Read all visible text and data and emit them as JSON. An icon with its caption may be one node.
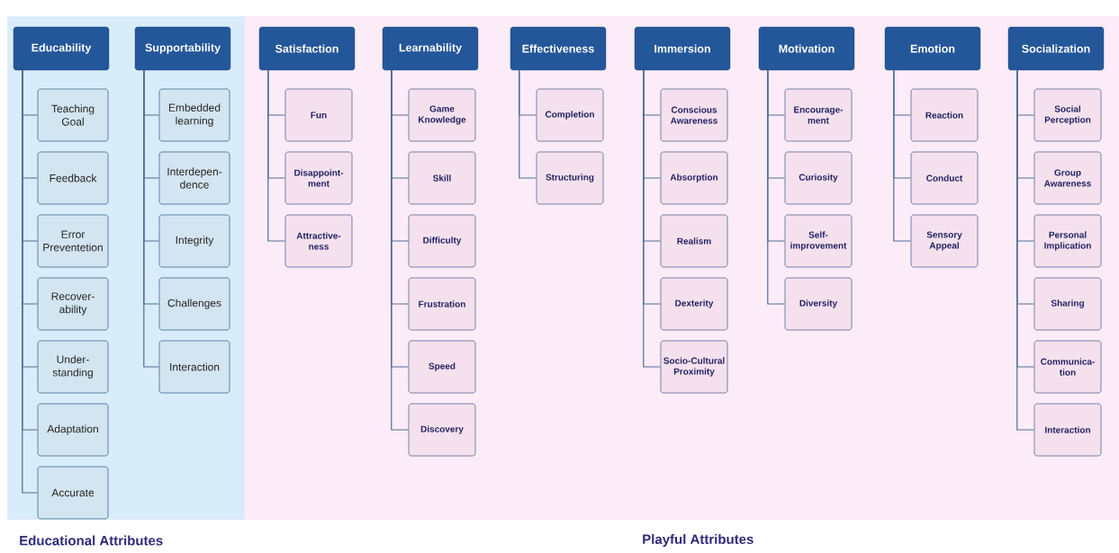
{
  "diagram": {
    "nodes": [
      {
        "text": [
          "Educational Attributes"
        ]
      },
      {
        "text": [
          "Educability"
        ],
        "in": 0
      },
      {
        "text": [
          "Teaching Goal"
        ],
        "in": 0
      },
      {
        "text": [
          "Feedback"
        ],
        "in": 0
      },
      {
        "text": [
          "Error Preventetion"
        ],
        "in": 0
      },
      {
        "text": [
          "Recover- ability"
        ],
        "in": 0
      },
      {
        "text": [
          "Under- standing"
        ],
        "in": 0
      },
      {
        "text": [
          "Adaptation"
        ],
        "in": 0
      },
      {
        "text": [
          "Accurate"
        ],
        "in": 0
      },
      {
        "text": [
          "Supportability"
        ],
        "in": 0
      },
      {
        "text": [
          "Embedded learning"
        ],
        "in": 0
      },
      {
        "text": [
          "Interdepen- dence"
        ],
        "in": 0
      },
      {
        "text": [
          "Integrity"
        ],
        "in": 0
      },
      {
        "text": [
          "Challenges"
        ],
        "in": 0
      },
      {
        "text": [
          "Interaction"
        ],
        "in": 0
      },
      {
        "text": [
          "Playful Attributes"
        ]
      },
      {
        "text": [
          "Satisfaction"
        ],
        "in": 15
      },
      {
        "text": [
          "Fun"
        ],
        "in": 15
      },
      {
        "text": [
          "Disappoint- ment"
        ],
        "in": 15
      },
      {
        "text": [
          "Attractive- ness"
        ],
        "in": 15
      },
      {
        "text": [
          "Learnability"
        ],
        "in": 15
      },
      {
        "text": [
          "Game Knowledge"
        ],
        "in": 15
      },
      {
        "text": [
          "Skill"
        ],
        "in": 15
      },
      {
        "text": [
          "Difficulty"
        ],
        "in": 15
      },
      {
        "text": [
          "Frustration"
        ],
        "in": 15
      },
      {
        "text": [
          "Speed"
        ],
        "in": 15
      },
      {
        "text": [
          "Discovery"
        ],
        "in": 15
      },
      {
        "text": [
          "Effectiveness"
        ],
        "in": 15
      },
      {
        "text": [
          "Completion"
        ],
        "in": 15
      },
      {
        "text": [
          "Structuring"
        ],
        "in": 15
      },
      {
        "text": [
          "Immersion"
        ],
        "in": 15
      },
      {
        "text": [
          "Conscious Awareness"
        ],
        "in": 15
      },
      {
        "text": [
          "Absorption"
        ],
        "in": 15
      },
      {
        "text": [
          "Realism"
        ],
        "in": 15
      },
      {
        "text": [
          "Dexterity"
        ],
        "in": 15
      },
      {
        "text": [
          "Socio-Cultural Proximity"
        ],
        "in": 15
      },
      {
        "text": [
          "Motivation"
        ],
        "in": 15
      },
      {
        "text": [
          "Encourage- ment"
        ],
        "in": 15
      },
      {
        "text": [
          "Curiosity"
        ],
        "in": 15
      },
      {
        "text": [
          "Self- improvement"
        ],
        "in": 15
      },
      {
        "text": [
          "Diversity"
        ],
        "in": 15
      },
      {
        "text": [
          "Emotion"
        ],
        "in": 15
      },
      {
        "text": [
          "Reaction"
        ],
        "in": 15
      },
      {
        "text": [
          "Conduct"
        ],
        "in": 15
      },
      {
        "text": [
          "Sensory Appeal"
        ],
        "in": 15
      },
      {
        "text": [
          "Socialization"
        ],
        "in": 15
      },
      {
        "text": [
          "Social Perception"
        ],
        "in": 15
      },
      {
        "text": [
          "Group Awareness"
        ],
        "in": 15
      },
      {
        "text": [
          "Personal Implication"
        ],
        "in": 15
      },
      {
        "text": [
          "Sharing"
        ],
        "in": 15
      },
      {
        "text": [
          "Communica- tion"
        ],
        "in": 15
      },
      {
        "text": [
          "Interaction"
        ],
        "in": 15
      }
    ],
    "edges": [
      {
        "from": 1,
        "to": 2,
        "arrow": "none"
      },
      {
        "from": 1,
        "to": 3,
        "arrow": "none"
      },
      {
        "from": 1,
        "to": 4,
        "arrow": "none"
      },
      {
        "from": 1,
        "to": 5,
        "arrow": "none"
      },
      {
        "from": 1,
        "to": 6,
        "arrow": "none"
      },
      {
        "from": 1,
        "to": 7,
        "arrow": "none"
      },
      {
        "from": 1,
        "to": 8,
        "arrow": "none"
      },
      {
        "from": 9,
        "to": 10,
        "arrow": "none"
      },
      {
        "from": 9,
        "to": 11,
        "arrow": "none"
      },
      {
        "from": 9,
        "to": 12,
        "arrow": "none"
      },
      {
        "from": 9,
        "to": 13,
        "arrow": "none"
      },
      {
        "from": 9,
        "to": 14,
        "arrow": "none"
      },
      {
        "from": 16,
        "to": 17,
        "arrow": "none"
      },
      {
        "from": 16,
        "to": 18,
        "arrow": "none"
      },
      {
        "from": 16,
        "to": 19,
        "arrow": "none"
      },
      {
        "from": 20,
        "to": 21,
        "arrow": "none"
      },
      {
        "from": 20,
        "to": 22,
        "arrow": "none"
      },
      {
        "from": 20,
        "to": 23,
        "arrow": "none"
      },
      {
        "from": 20,
        "to": 24,
        "arrow": "none"
      },
      {
        "from": 20,
        "to": 25,
        "arrow": "none"
      },
      {
        "from": 20,
        "to": 26,
        "arrow": "none"
      },
      {
        "from": 27,
        "to": 28,
        "arrow": "none"
      },
      {
        "from": 27,
        "to": 29,
        "arrow": "none"
      },
      {
        "from": 30,
        "to": 31,
        "arrow": "none"
      },
      {
        "from": 30,
        "to": 32,
        "arrow": "none"
      },
      {
        "from": 30,
        "to": 33,
        "arrow": "none"
      },
      {
        "from": 30,
        "to": 34,
        "arrow": "none"
      },
      {
        "from": 30,
        "to": 35,
        "arrow": "none"
      },
      {
        "from": 36,
        "to": 37,
        "arrow": "none"
      },
      {
        "from": 36,
        "to": 38,
        "arrow": "none"
      },
      {
        "from": 36,
        "to": 39,
        "arrow": "none"
      },
      {
        "from": 36,
        "to": 40,
        "arrow": "none"
      },
      {
        "from": 41,
        "to": 42,
        "arrow": "none"
      },
      {
        "from": 41,
        "to": 43,
        "arrow": "none"
      },
      {
        "from": 41,
        "to": 44,
        "arrow": "none"
      },
      {
        "from": 45,
        "to": 46,
        "arrow": "none"
      },
      {
        "from": 45,
        "to": 47,
        "arrow": "none"
      },
      {
        "from": 45,
        "to": 48,
        "arrow": "none"
      },
      {
        "from": 45,
        "to": 49,
        "arrow": "none"
      },
      {
        "from": 45,
        "to": 50,
        "arrow": "none"
      },
      {
        "from": 45,
        "to": 51,
        "arrow": "none"
      }
    ]
  }
}
